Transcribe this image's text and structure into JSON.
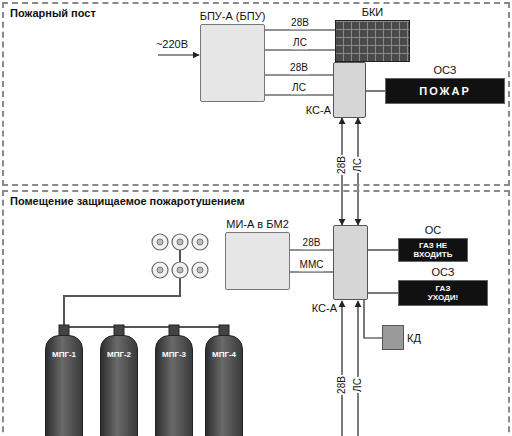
{
  "diagram": {
    "nodes": [
      {
        "text": [
          "Пожарный пост"
        ]
      },
      {
        "text": [
          "БПУ-А (БПУ)"
        ],
        "in": 0
      },
      {
        "text": [
          "БКИ"
        ],
        "in": 0
      },
      {
        "text": [
          "КС-А"
        ],
        "in": 0
      },
      {
        "text": [
          "ОСЗ",
          "ПОЖАР"
        ],
        "in": 0
      },
      {
        "text": [
          "Помещение защищаемое пожаротушением"
        ]
      },
      {
        "text": [
          "МИ-А в БМ2"
        ],
        "in": 5
      },
      {
        "text": [
          "КС-А"
        ],
        "in": 5
      },
      {
        "text": [
          "ОС",
          "ГАЗ НЕ ВХОДИТЬ"
        ],
        "in": 5
      },
      {
        "text": [
          "ОСЗ",
          "ГАЗ УХОДИ!"
        ],
        "in": 5
      },
      {
        "text": [
          "КД"
        ],
        "in": 5
      },
      {
        "text": [
          "МПГ-1"
        ],
        "in": 5
      },
      {
        "text": [
          "МПГ-2"
        ],
        "in": 5
      },
      {
        "text": [
          "МПГ-3"
        ],
        "in": 5
      },
      {
        "text": [
          "МПГ-4"
        ],
        "in": 5
      }
    ],
    "edges": [
      {
        "from": 1,
        "to": 2,
        "label": "28В",
        "arrow": "none"
      },
      {
        "from": 1,
        "to": 2,
        "label": "ЛС",
        "arrow": "none"
      },
      {
        "from": 1,
        "to": 3,
        "label": "28В",
        "arrow": "none"
      },
      {
        "from": 1,
        "to": 3,
        "label": "ЛС",
        "arrow": "none"
      },
      {
        "from": 3,
        "to": 4,
        "arrow": "none"
      },
      {
        "from": 3,
        "to": 7,
        "label": "28В",
        "arrow": "both"
      },
      {
        "from": 3,
        "to": 7,
        "label": "ЛС",
        "arrow": "both"
      },
      {
        "from": 7,
        "to": 6,
        "label": "28В",
        "arrow": "none"
      },
      {
        "from": 7,
        "to": 6,
        "label": "ММС",
        "arrow": "none"
      },
      {
        "from": 7,
        "to": 8,
        "arrow": "none"
      },
      {
        "from": 7,
        "to": 9,
        "arrow": "none"
      },
      {
        "from": 7,
        "to": 10,
        "arrow": "none"
      }
    ],
    "labels": [
      "~220В",
      "28В",
      "ЛС"
    ]
  }
}
